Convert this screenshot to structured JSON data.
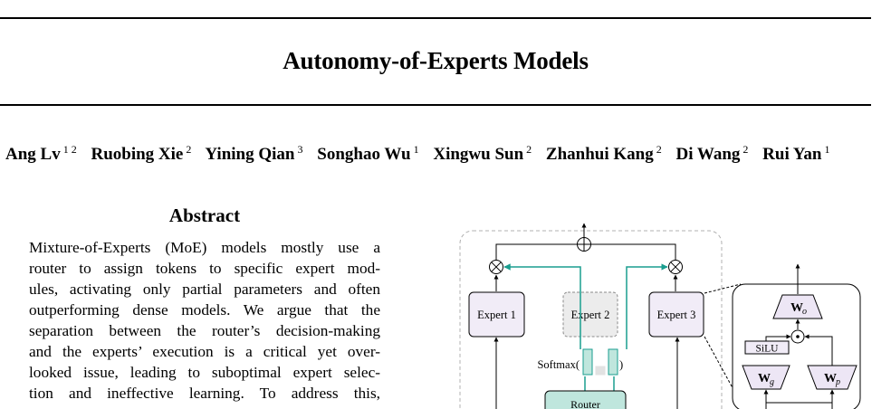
{
  "paper": {
    "title": "Autonomy-of-Experts Models",
    "authors": [
      {
        "name": "Ang Lv",
        "affil": "1 2"
      },
      {
        "name": "Ruobing Xie",
        "affil": "2"
      },
      {
        "name": "Yining Qian",
        "affil": "3"
      },
      {
        "name": "Songhao Wu",
        "affil": "1"
      },
      {
        "name": "Xingwu Sun",
        "affil": "2"
      },
      {
        "name": "Zhanhui Kang",
        "affil": "2"
      },
      {
        "name": "Di Wang",
        "affil": "2"
      },
      {
        "name": "Rui Yan",
        "affil": "1"
      }
    ]
  },
  "abstract": {
    "heading": "Abstract",
    "lines": [
      "Mixture-of-Experts (MoE) models mostly use a",
      "router to assign tokens to specific expert mod-",
      "ules, activating only partial parameters and often",
      "outperforming dense models. We argue that the",
      "separation between the router’s decision-making",
      "and the experts’ execution is a critical yet over-",
      "looked issue, leading to suboptimal expert selec-",
      "tion and ineffective learning.  To address this,"
    ]
  },
  "figure": {
    "experts": [
      "Expert 1",
      "Expert 2",
      "Expert 3"
    ],
    "softmax_label": "Softmax(",
    "softmax_close": ")",
    "router_label": "Router",
    "silu_label": "SiLU",
    "weights": {
      "wo": {
        "base": "W",
        "sub": "o"
      },
      "wg": {
        "base": "W",
        "sub": "g"
      },
      "wp": {
        "base": "W",
        "sub": "p"
      }
    },
    "colors": {
      "teal": "#1a9e8f",
      "router_fill": "#bfe6dd",
      "expert_fill": "#f1ecf7",
      "weight_fill": "#ede6f5",
      "dashed_gray": "#b0b0b0"
    }
  }
}
